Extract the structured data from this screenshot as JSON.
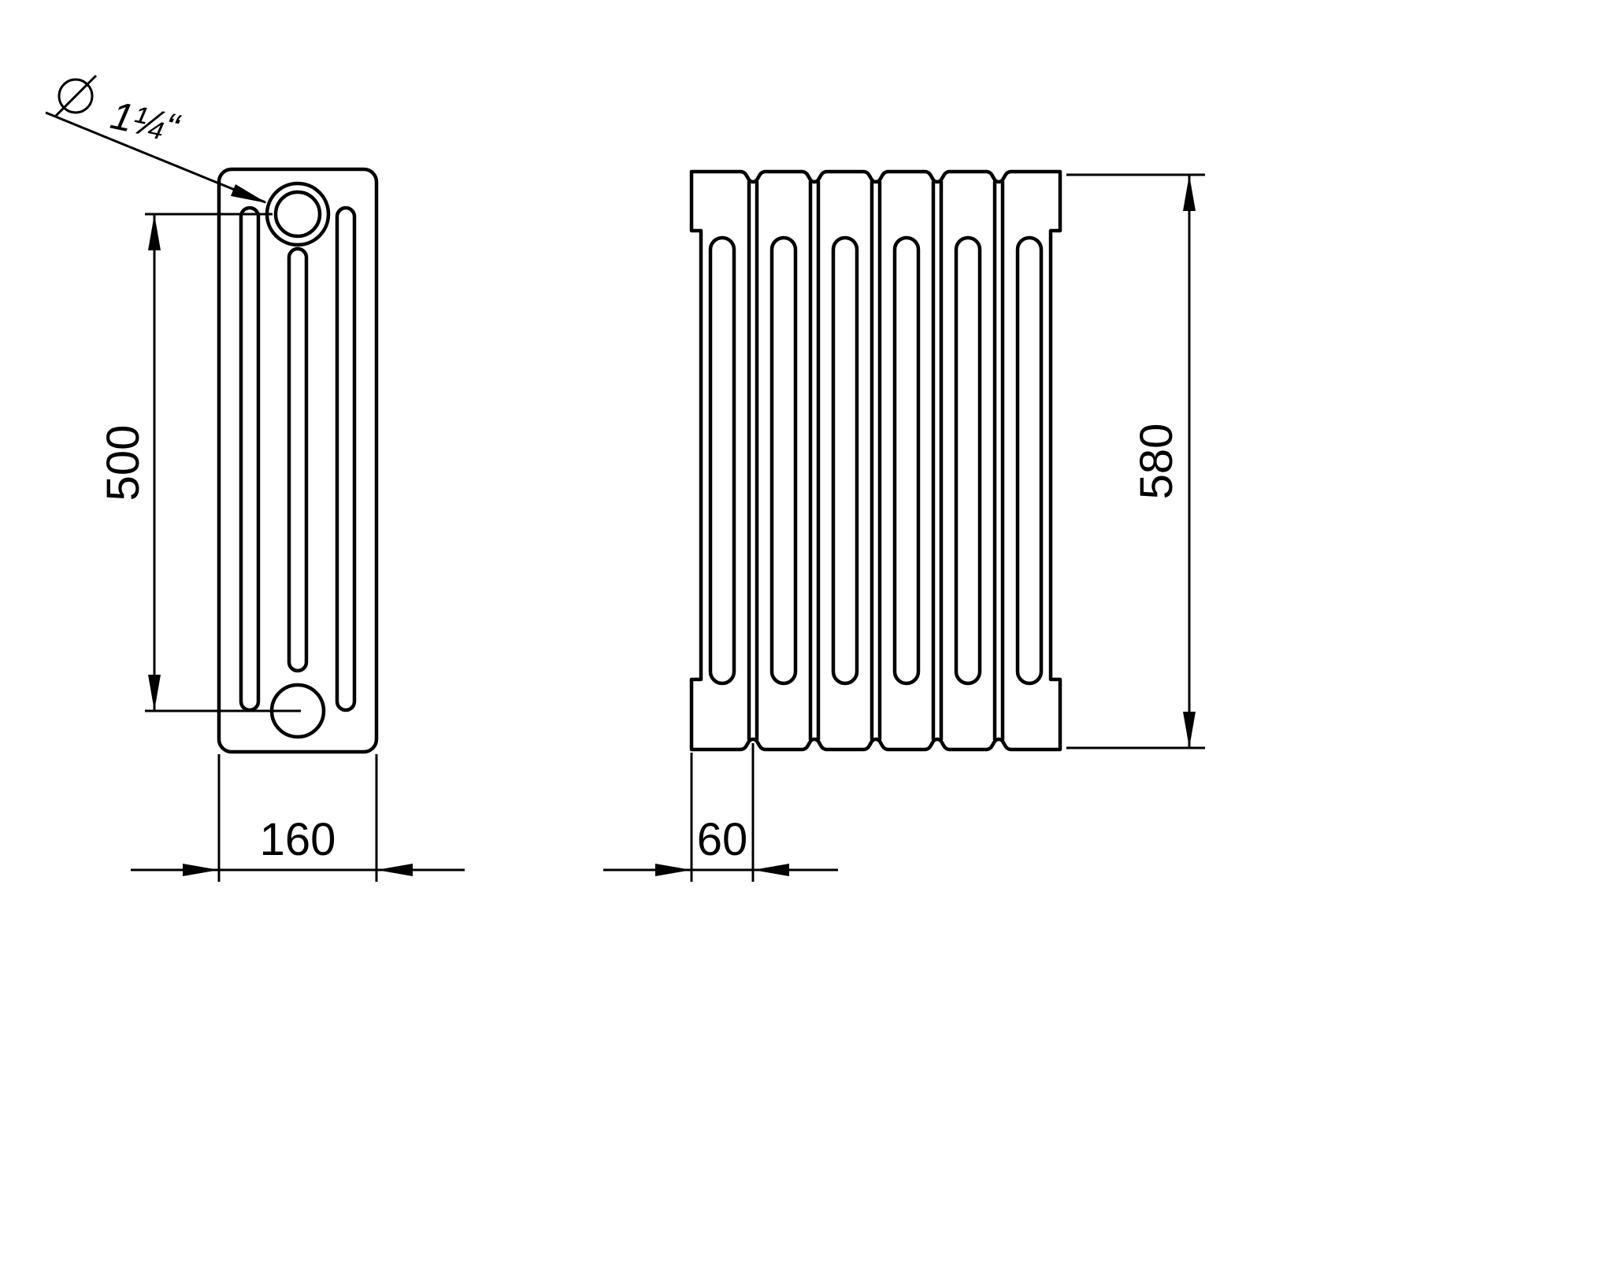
{
  "drawing": {
    "background_color": "#ffffff",
    "line_color": "#000000",
    "side_view": {
      "diameter_symbol": "⌀",
      "connection_diameter_label": "1¼“",
      "pitch_height_label": "500",
      "width_label": "160"
    },
    "front_view": {
      "height_label": "580",
      "section_width_label": "60",
      "section_count": 6
    }
  }
}
